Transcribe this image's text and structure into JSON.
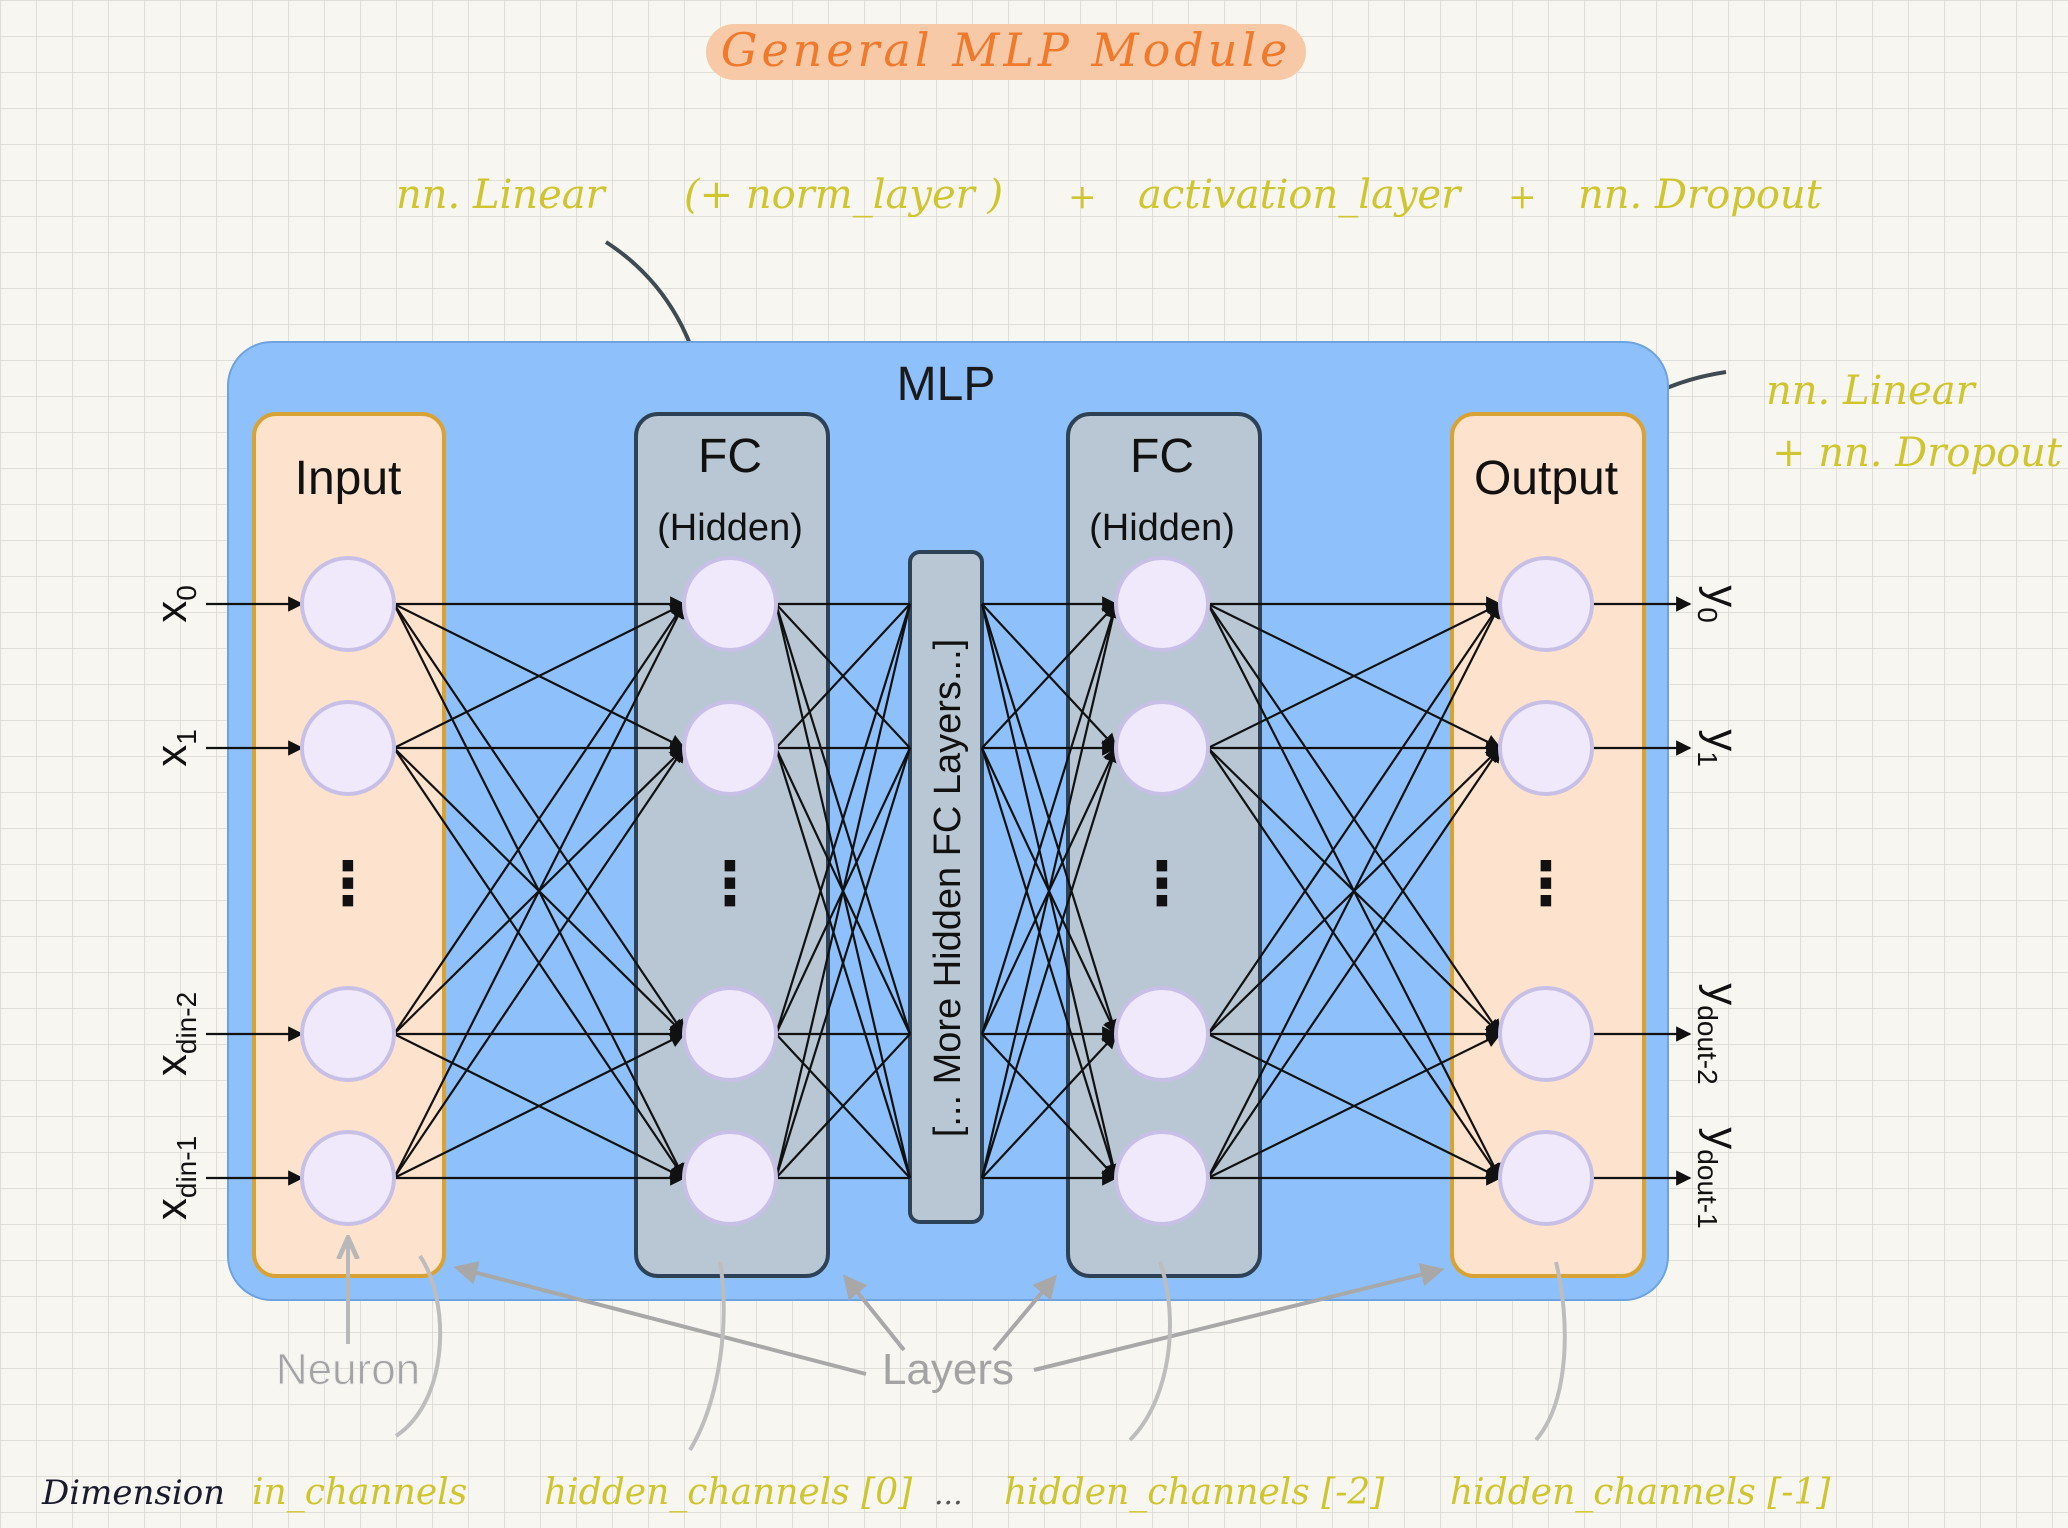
{
  "title": "General MLP Module",
  "annotations": {
    "hidden_layer_ops": {
      "linear": "nn. Linear",
      "norm": "(+ norm_layer )",
      "plus1": "+",
      "activation": "activation_layer",
      "plus2": "+",
      "dropout": "nn. Dropout"
    },
    "output_layer_ops": {
      "linear": "nn. Linear",
      "dropout": "+ nn. Dropout"
    }
  },
  "diagram": {
    "container_label": "MLP",
    "more_layers": "[... More Hidden FC Layers...]",
    "layers": [
      {
        "title": "Input",
        "subtitle": ""
      },
      {
        "title": "FC",
        "subtitle": "(Hidden)"
      },
      {
        "title": "FC",
        "subtitle": "(Hidden)"
      },
      {
        "title": "Output",
        "subtitle": ""
      }
    ],
    "ellipsis": "⋮",
    "inputs": [
      "x0",
      "x1",
      "xdin-2",
      "xdin-1"
    ],
    "outputs": [
      "y0",
      "y1",
      "ydout-2",
      "ydout-1"
    ],
    "neuron_label": "Neuron",
    "layers_label": "Layers"
  },
  "dimensions": {
    "label": "Dimension",
    "items": [
      "in_channels",
      "hidden_channels [0]",
      "...",
      "hidden_channels [-2]",
      "hidden_channels [-1]"
    ]
  },
  "colors": {
    "background": "#f8f6f1",
    "grid": "#d8d6d1",
    "mlp_box": "#8ec1fb",
    "io_layer": "#fde3cd",
    "io_border": "#d8a334",
    "hidden_layer": "#b9c6d3",
    "hidden_border": "#2d4257",
    "neuron": "#efe9fb",
    "neuron_border": "#c8bfe6",
    "annotation": "#cfc52e",
    "title_text": "#f07a2c",
    "title_bg": "#f7c9a7",
    "gray_label": "#a3a3a3"
  }
}
